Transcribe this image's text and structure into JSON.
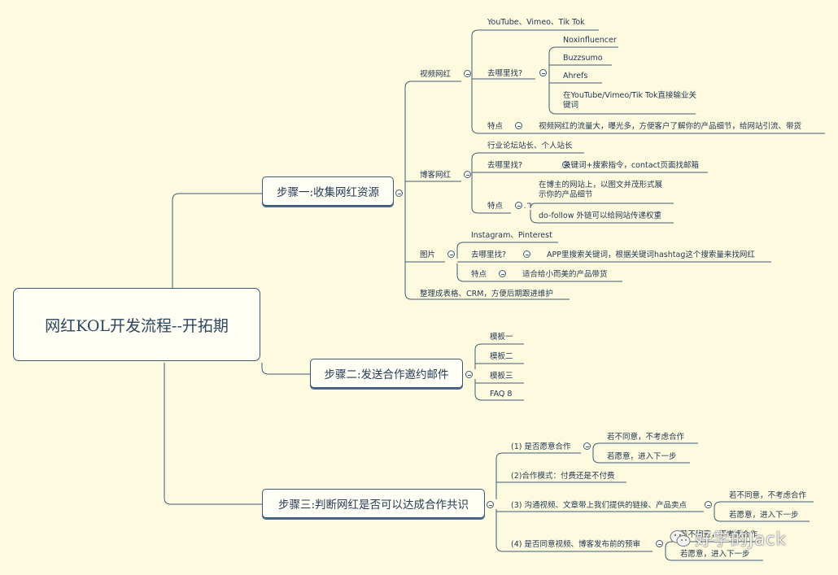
{
  "root": {
    "title": "网红KOL开发流程--开拓期"
  },
  "steps": {
    "s1": "步骤一:收集网红资源",
    "s2": "步骤二:发送合作邀约邮件",
    "s3": "步骤三:判断网红是否可以达成合作共识"
  },
  "video": {
    "label": "视频网红",
    "platforms": "YouTube、Vimeo、Tik Tok",
    "where": "去哪里找?",
    "tools": [
      "Noxinfluencer",
      "Buzzsumo",
      "Ahrefs"
    ],
    "keyword_search": "在YouTube/Vimeo/Tik Tok直接输业关键词",
    "feature": "特点",
    "feature_text": "视频网红的流量大，曝光多，方便客户了解你的产品细节，给网站引流、带货"
  },
  "blog": {
    "label": "博客网红",
    "sources": "行业论坛站长、个人站长",
    "where": "去哪里找?",
    "where_text": "关键词+搜索指令，contact页面找邮箱",
    "feature": "特点",
    "feature_1": "在博主的网站上，以图文并茂形式展示你的产品细节",
    "feature_2": "do-follow 外链可以给网站传递权重"
  },
  "image": {
    "label": "图片",
    "platforms": "Instagram、Pinterest",
    "where": "去哪里找?",
    "where_text": "APP里搜索关键词，根据关键词hashtag这个搜索量来找网红",
    "feature": "特点",
    "feature_text": "适合给小而美的产品带货"
  },
  "organize": "整理成表格、CRM，方便后期跟进维护",
  "templates": [
    "模板一",
    "模板二",
    "模板三",
    "FAQ 8"
  ],
  "step3": {
    "q1": "(1) 是否愿意合作",
    "q1_no": "若不同意，不考虑合作",
    "q1_yes": "若愿意，进入下一步",
    "q2": "(2)合作模式：付费还是不付费",
    "q3": "(3) 沟通视频、文章带上我们提供的链接、产品卖点",
    "q3_no": "若不同意，不考虑合作",
    "q3_yes": "若愿意，进入下一步",
    "q4": "(4) 是否同意视频、博客发布前的预审",
    "q4_no": "若不同意，不考虑合作",
    "q4_yes": "若愿意，进入下一步"
  },
  "watermark": "好学的Jack",
  "colors": {
    "background": "#fdfae0",
    "line": "#3f5c75",
    "node_border": "#3a5a78"
  }
}
